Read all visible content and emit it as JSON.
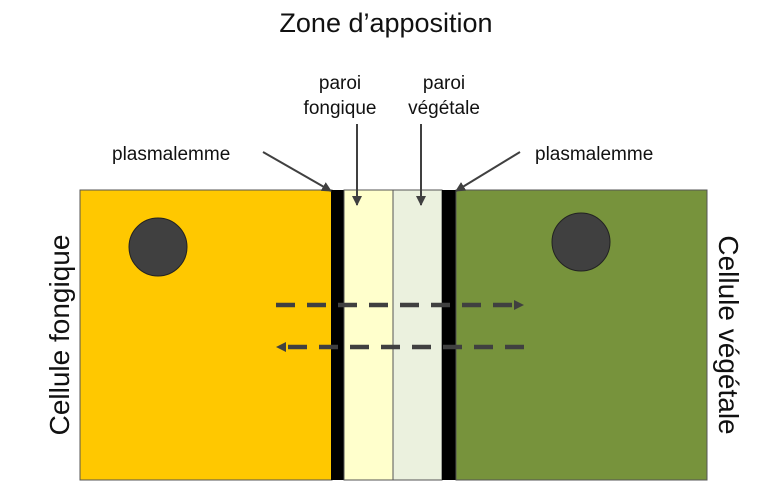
{
  "title": "Zone d’apposition",
  "labels": {
    "wall_fungal_line1": "paroi",
    "wall_fungal_line2": "fongique",
    "wall_plant_line1": "paroi",
    "wall_plant_line2": "végétale",
    "plasmalemma_left": "plasmalemme",
    "plasmalemma_right": "plasmalemme",
    "fungal_cell": "Cellule fongique",
    "plant_cell": "Cellule végétale"
  },
  "colors": {
    "fungal_cell": "#FFC800",
    "plant_cell": "#77933C",
    "membrane": "#000000",
    "fungal_wall": "#FFFFCC",
    "plant_wall": "#EBF1DE",
    "nucleus": "#404040",
    "arrows": "#404040"
  }
}
